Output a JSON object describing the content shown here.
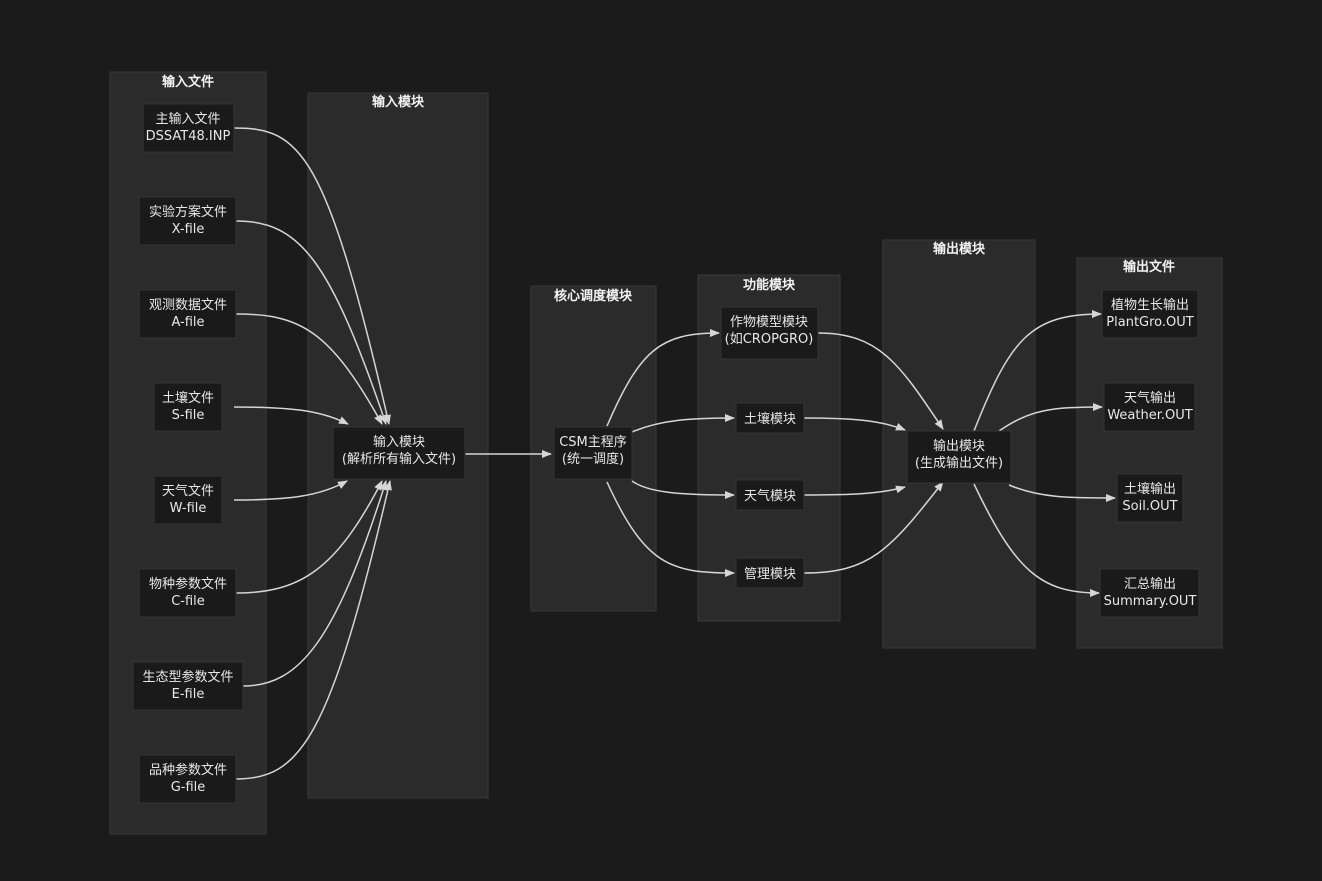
{
  "groups": {
    "input_files": "输入文件",
    "input_module": "输入模块",
    "core": "核心调度模块",
    "function": "功能模块",
    "output_module": "输出模块",
    "output_files": "输出文件"
  },
  "nodes": {
    "inp_main": {
      "line1": "主输入文件",
      "line2": "DSSAT48.INP"
    },
    "inp_x": {
      "line1": "实验方案文件",
      "line2": "X-file"
    },
    "inp_a": {
      "line1": "观测数据文件",
      "line2": "A-file"
    },
    "inp_s": {
      "line1": "土壤文件",
      "line2": "S-file"
    },
    "inp_w": {
      "line1": "天气文件",
      "line2": "W-file"
    },
    "inp_c": {
      "line1": "物种参数文件",
      "line2": "C-file"
    },
    "inp_e": {
      "line1": "生态型参数文件",
      "line2": "E-file"
    },
    "inp_g": {
      "line1": "品种参数文件",
      "line2": "G-file"
    },
    "input_mod": {
      "line1": "输入模块",
      "line2": "(解析所有输入文件)"
    },
    "csm": {
      "line1": "CSM主程序",
      "line2": "(统一调度)"
    },
    "crop": {
      "line1": "作物模型模块",
      "line2": "(如CROPGRO)"
    },
    "soil_mod": {
      "line1": "土壤模块"
    },
    "weather_mod": {
      "line1": "天气模块"
    },
    "mgmt_mod": {
      "line1": "管理模块"
    },
    "output_mod": {
      "line1": "输出模块",
      "line2": "(生成输出文件)"
    },
    "out_plant": {
      "line1": "植物生长输出",
      "line2": "PlantGro.OUT"
    },
    "out_weather": {
      "line1": "天气输出",
      "line2": "Weather.OUT"
    },
    "out_soil": {
      "line1": "土壤输出",
      "line2": "Soil.OUT"
    },
    "out_summary": {
      "line1": "汇总输出",
      "line2": "Summary.OUT"
    }
  },
  "edges": [
    [
      "inp_main",
      "input_mod"
    ],
    [
      "inp_x",
      "input_mod"
    ],
    [
      "inp_a",
      "input_mod"
    ],
    [
      "inp_s",
      "input_mod"
    ],
    [
      "inp_w",
      "input_mod"
    ],
    [
      "inp_c",
      "input_mod"
    ],
    [
      "inp_e",
      "input_mod"
    ],
    [
      "inp_g",
      "input_mod"
    ],
    [
      "input_mod",
      "csm"
    ],
    [
      "csm",
      "crop"
    ],
    [
      "csm",
      "soil_mod"
    ],
    [
      "csm",
      "weather_mod"
    ],
    [
      "csm",
      "mgmt_mod"
    ],
    [
      "crop",
      "output_mod"
    ],
    [
      "soil_mod",
      "output_mod"
    ],
    [
      "weather_mod",
      "output_mod"
    ],
    [
      "mgmt_mod",
      "output_mod"
    ],
    [
      "output_mod",
      "out_plant"
    ],
    [
      "output_mod",
      "out_weather"
    ],
    [
      "output_mod",
      "out_soil"
    ],
    [
      "output_mod",
      "out_summary"
    ]
  ],
  "colors": {
    "background": "#1b1b1b",
    "group": "#2b2b2b",
    "node": "#1a1a1a",
    "edge": "#d6d6d6",
    "text": "#e8e8e8"
  }
}
